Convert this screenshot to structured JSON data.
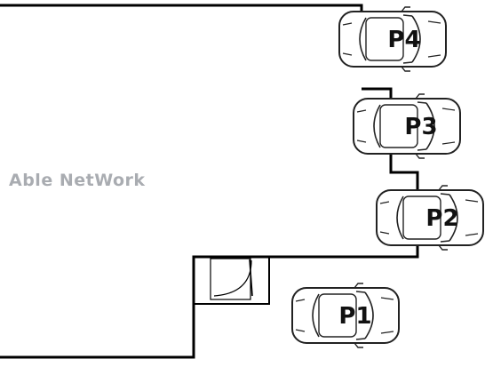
{
  "watermark": "Able NetWork",
  "parking_spaces": [
    {
      "id": "p4",
      "label": "P4"
    },
    {
      "id": "p3",
      "label": "P3"
    },
    {
      "id": "p2",
      "label": "P2"
    },
    {
      "id": "p1",
      "label": "P1"
    }
  ]
}
